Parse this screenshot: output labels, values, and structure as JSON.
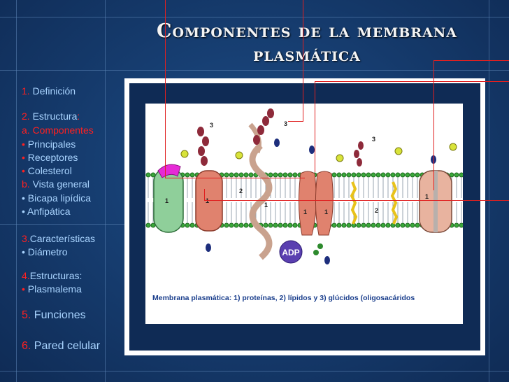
{
  "title": "Componentes de la membrana plasmática",
  "menu": {
    "item1_num": "1.",
    "item1_label": "Definición",
    "item2_num": "2.",
    "item2_label": "Estructura",
    "item2_colon": ":",
    "item2a": "a. Componentes",
    "b1": "•",
    "item2a_1": "Principales",
    "b2": "•",
    "item2a_2": "Receptores",
    "b3": "•",
    "item2a_3": "Colesterol",
    "item2b_num": "b.",
    "item2b_label": "Vista general",
    "b4": "•",
    "item2b_1": "Bicapa lipídica",
    "b5": "•",
    "item2b_2": "Anfipática",
    "item3_num": "3.",
    "item3_label": "Características",
    "b6": "•",
    "item3_1": "Diámetro",
    "item4_num": "4.",
    "item4_label": "Estructuras:",
    "b7": "•",
    "item4_1": "Plasmalema",
    "item5_num": "5.",
    "item5_label": "Funciones",
    "item6_num": "6.",
    "item6_label": "Pared celular"
  },
  "figure": {
    "caption": "Membrana plasmática: 1) proteínas, 2) lípidos y 3) glúcidos (oligosacáridos",
    "adp_label": "ADP",
    "label1": "1",
    "label2": "2",
    "label3": "3"
  },
  "colors": {
    "background": "#173f73",
    "accent_red": "#ff2020",
    "menu_text": "#a9d4ff",
    "caption": "#1a3e8c"
  }
}
